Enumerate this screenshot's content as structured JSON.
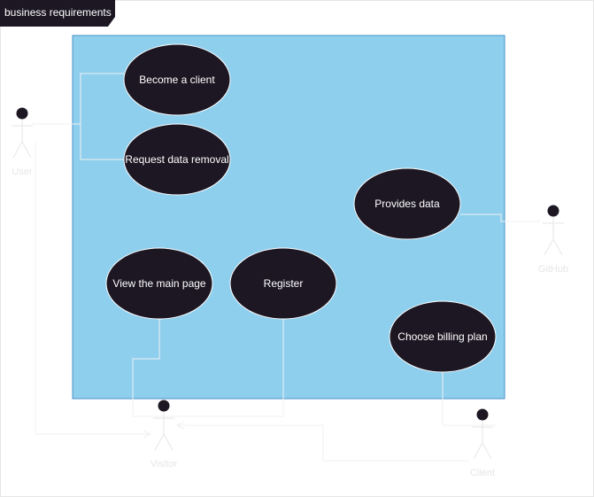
{
  "diagram": {
    "title": "business requirements",
    "colors": {
      "system_fill": "#8ecfee",
      "system_stroke": "#4a90c8",
      "usecase_fill": "#1c1722",
      "usecase_text": "#ffffff",
      "actor_head": "#1c1722",
      "actor_line": "#e6e6e6",
      "connector": "#f0f0f0",
      "frame_tab": "#1c1722",
      "frame_border": "#e6e6e6"
    },
    "use_cases": {
      "become_client": "Become a client",
      "request_removal": "Request data removal",
      "provides_data": "Provides data",
      "view_main_page": "View the main page",
      "register": "Register",
      "choose_billing": "Choose billing plan"
    },
    "actors": {
      "user": "User",
      "github": "GitHub",
      "visitor": "Visitor",
      "client": "Client"
    }
  }
}
